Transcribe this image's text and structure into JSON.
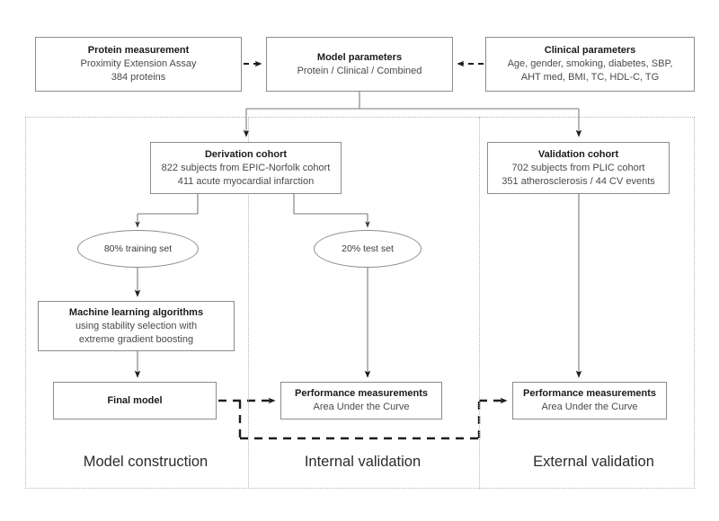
{
  "diagram": {
    "title": "Study design flowchart: model construction, internal and external validation",
    "accent_border": "#8c8c8c",
    "region_border": "#b5b5b5"
  },
  "nodes": {
    "protein_measurement": {
      "heading": "Protein measurement",
      "line1": "Proximity Extension Assay",
      "line2": "384 proteins"
    },
    "model_parameters": {
      "heading": "Model parameters",
      "line1": "Protein / Clinical / Combined"
    },
    "clinical_parameters": {
      "heading": "Clinical parameters",
      "line1": "Age, gender, smoking, diabetes, SBP,",
      "line2": "AHT med, BMI, TC, HDL-C, TG"
    },
    "derivation_cohort": {
      "heading": "Derivation cohort",
      "line1": "822 subjects from EPIC-Norfolk cohort",
      "line2": "411 acute myocardial infarction"
    },
    "validation_cohort": {
      "heading": "Validation cohort",
      "line1": "702 subjects from PLIC cohort",
      "line2": "351 atherosclerosis / 44 CV events"
    },
    "training_set": {
      "label": "80% training set"
    },
    "test_set": {
      "label": "20% test set"
    },
    "machine_learning": {
      "heading": "Machine learning algorithms",
      "line1": "using stability selection with",
      "line2": "extreme gradient boosting"
    },
    "final_model": {
      "heading": "Final model"
    },
    "performance_internal": {
      "heading": "Performance measurements",
      "line1": "Area Under the Curve"
    },
    "performance_external": {
      "heading": "Performance measurements",
      "line1": "Area Under the Curve"
    }
  },
  "regions": {
    "model_construction": {
      "label": "Model construction"
    },
    "internal_validation": {
      "label": "Internal validation"
    },
    "external_validation": {
      "label": "External validation"
    }
  }
}
